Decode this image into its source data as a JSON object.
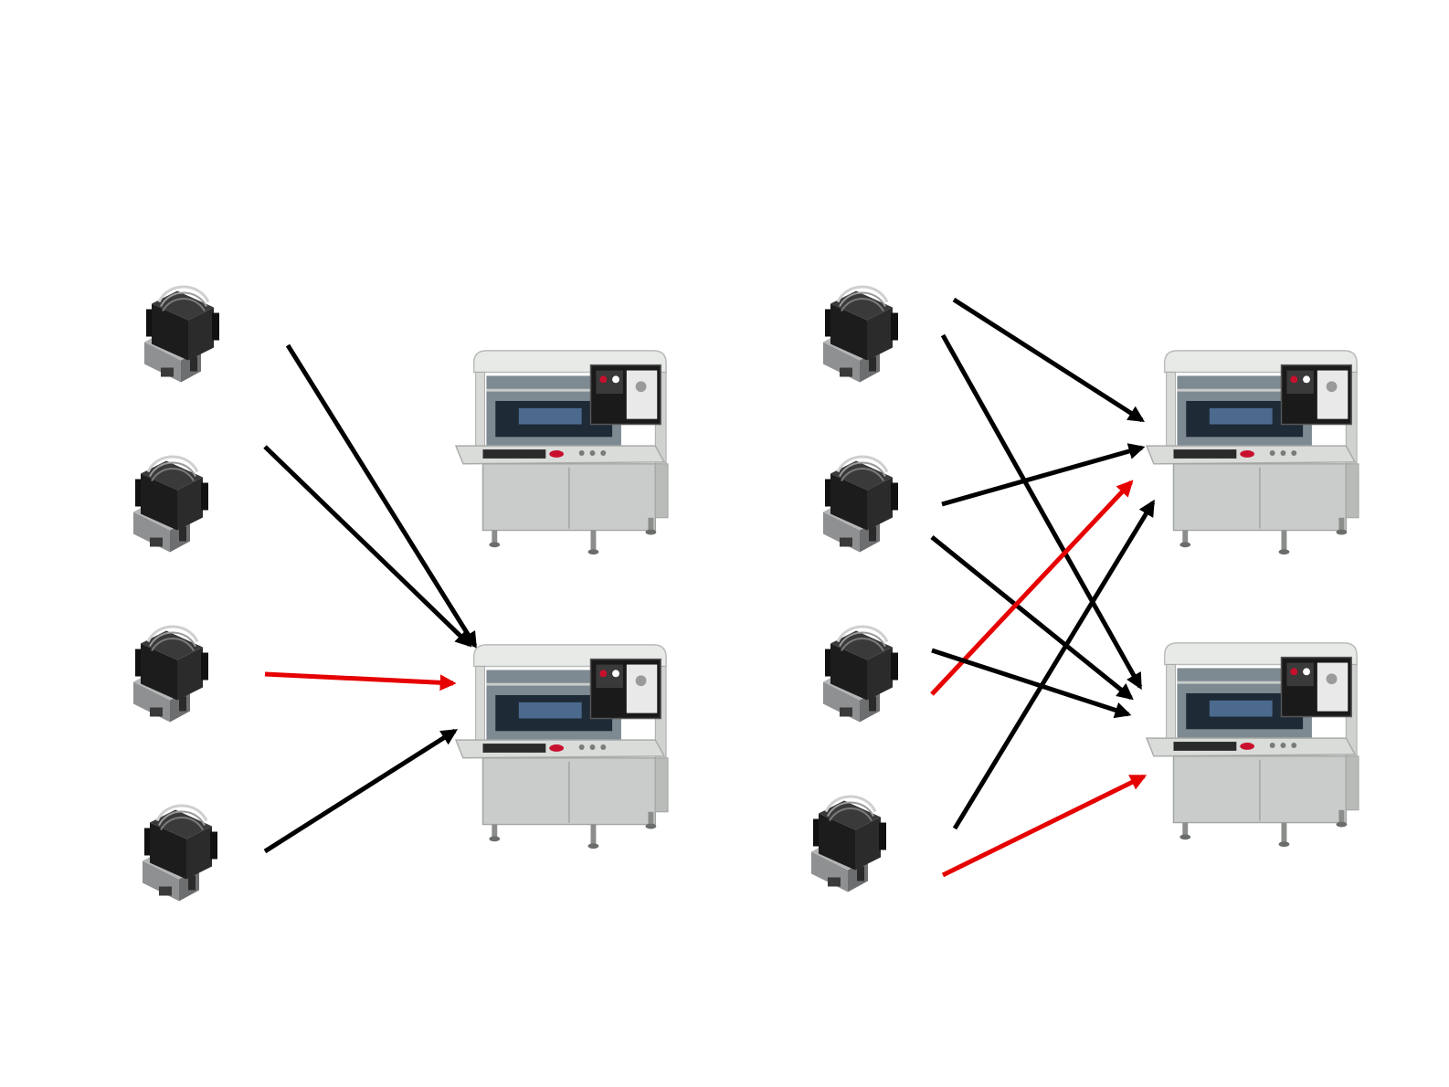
{
  "diagram": {
    "colors": {
      "background": "#ffffff",
      "arrow_default": "#000000",
      "arrow_highlight": "#e60000",
      "cassette_body": "#1c1c1c",
      "cassette_base": "#8e9091",
      "machine_body": "#c9ccca",
      "machine_top": "#e8eae8",
      "machine_screen": "#1a1a1a",
      "machine_accent_red": "#c8102e"
    },
    "icons": {
      "source": "wafer-cassette-icon",
      "target": "inspection-machine-icon"
    },
    "left_panel": {
      "sources": [
        "cassette-1",
        "cassette-2",
        "cassette-3",
        "cassette-4"
      ],
      "targets": [
        "machine-1",
        "machine-2"
      ],
      "connections": [
        {
          "from": "cassette-1",
          "to": "machine-2",
          "highlight": false
        },
        {
          "from": "cassette-2",
          "to": "machine-2",
          "highlight": false
        },
        {
          "from": "cassette-3",
          "to": "machine-2",
          "highlight": true
        },
        {
          "from": "cassette-4",
          "to": "machine-2",
          "highlight": false
        }
      ]
    },
    "right_panel": {
      "sources": [
        "cassette-1",
        "cassette-2",
        "cassette-3",
        "cassette-4"
      ],
      "targets": [
        "machine-1",
        "machine-2"
      ],
      "connections": [
        {
          "from": "cassette-1",
          "to": "machine-1",
          "highlight": false
        },
        {
          "from": "cassette-1",
          "to": "machine-2",
          "highlight": false
        },
        {
          "from": "cassette-2",
          "to": "machine-1",
          "highlight": false
        },
        {
          "from": "cassette-2",
          "to": "machine-2",
          "highlight": false
        },
        {
          "from": "cassette-3",
          "to": "machine-1",
          "highlight": true
        },
        {
          "from": "cassette-3",
          "to": "machine-2",
          "highlight": false
        },
        {
          "from": "cassette-4",
          "to": "machine-1",
          "highlight": false
        },
        {
          "from": "cassette-4",
          "to": "machine-2",
          "highlight": true
        }
      ]
    }
  }
}
